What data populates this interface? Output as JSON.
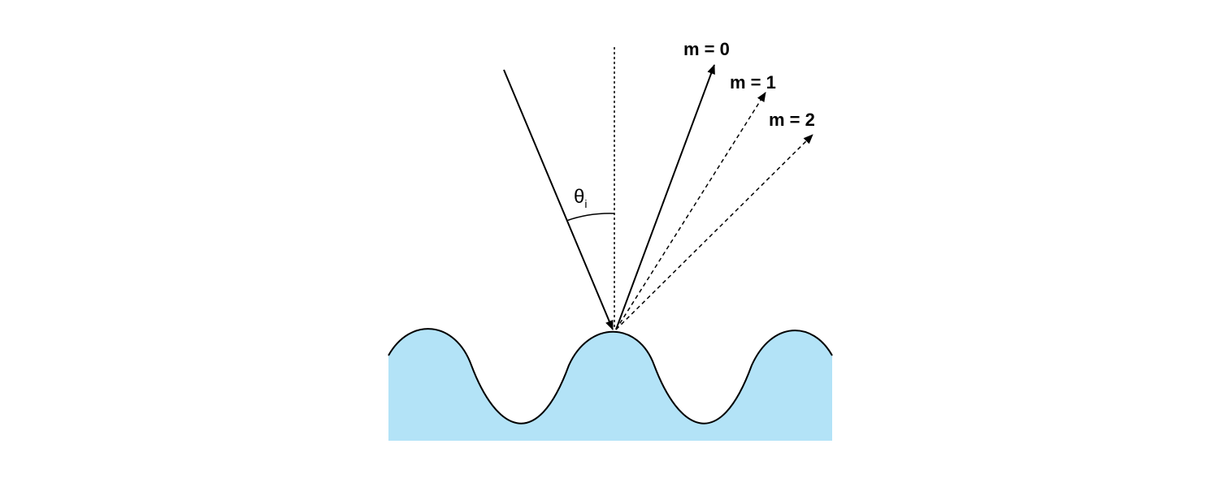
{
  "diagram": {
    "orders": [
      {
        "label": "m = 0",
        "line_style": "solid"
      },
      {
        "label": "m = 1",
        "line_style": "dashed"
      },
      {
        "label": "m = 2",
        "line_style": "dashed"
      }
    ],
    "angle_symbol": "θ",
    "angle_subscript": "i",
    "colors": {
      "surface_fill": "#b3e3f7",
      "line": "#000000",
      "background": "#ffffff"
    }
  }
}
